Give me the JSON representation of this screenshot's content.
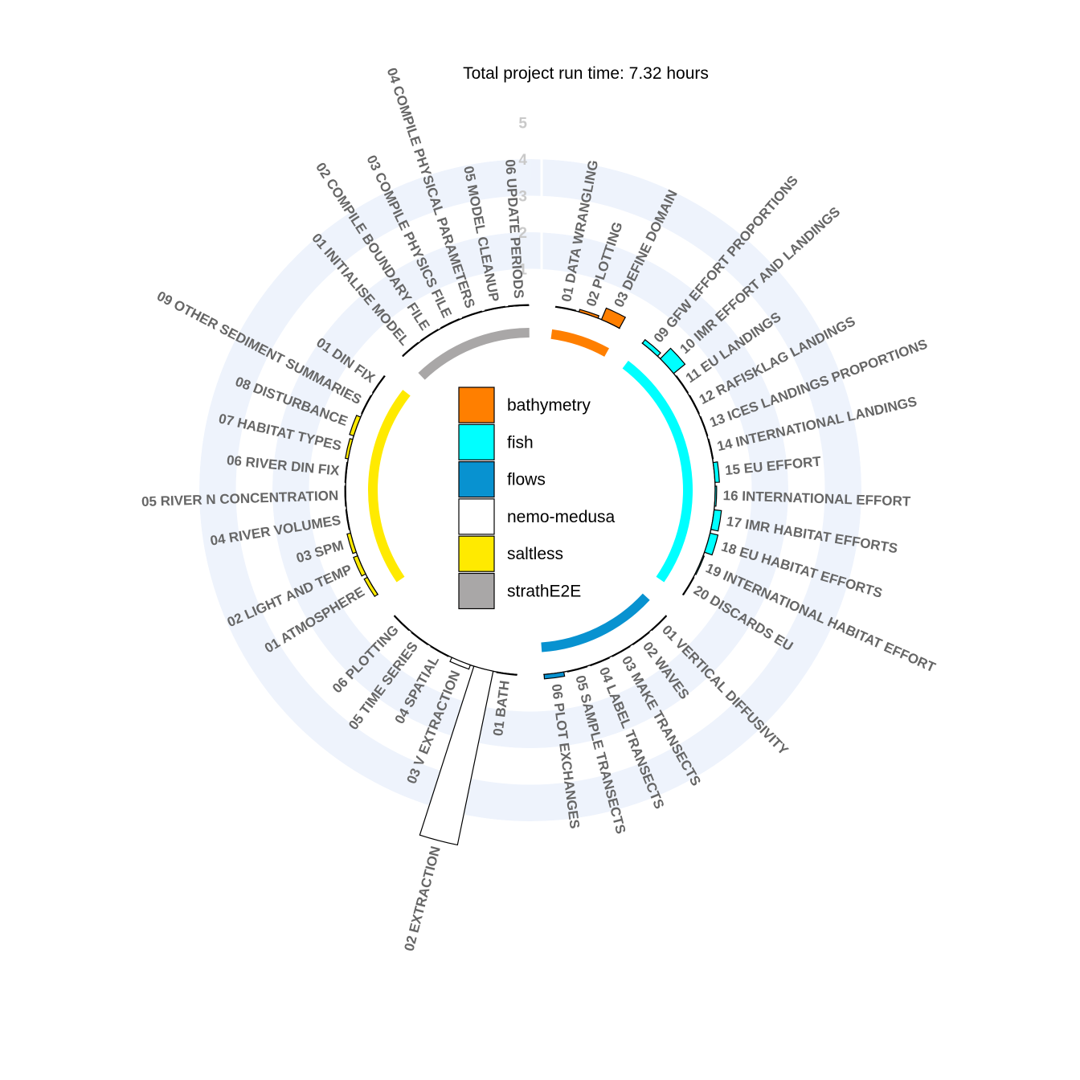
{
  "title": "Total project run time: 7.32 hours",
  "chart_data": {
    "type": "bar",
    "polar": true,
    "title": "Total project run time: 7.32 hours",
    "radial_axis": {
      "ticks": [
        "1",
        "2",
        "3",
        "4",
        "5"
      ],
      "ylim": [
        0,
        5
      ]
    },
    "grid": true,
    "legend_position": "center",
    "legend": [
      {
        "name": "bathymetry",
        "color": "#FF7F00"
      },
      {
        "name": "fish",
        "color": "#00FFFF"
      },
      {
        "name": "flows",
        "color": "#0892D0"
      },
      {
        "name": "nemo-medusa",
        "color": "#FFFFFF"
      },
      {
        "name": "saltless",
        "color": "#FFEA00"
      },
      {
        "name": "strathE2E",
        "color": "#A9A7A7"
      }
    ],
    "series": [
      {
        "name": "bathymetry",
        "color": "#FF7F00",
        "categories": [
          "01 DATA WRANGLING",
          "02 PLOTTING",
          "03 DEFINE DOMAIN"
        ],
        "values": [
          0.02,
          0.07,
          0.34
        ]
      },
      {
        "name": "fish",
        "color": "#00FFFF",
        "categories": [
          "09 GFW EFFORT PROPORTIONS",
          "10 IMR EFFORT AND LANDINGS",
          "11 EU LANDINGS",
          "12 RAFISKLAG LANDINGS",
          "13 ICES LANDINGS PROPORTIONS",
          "14 INTERNATIONAL LANDINGS",
          "15 EU EFFORT",
          "16 INTERNATIONAL EFFORT",
          "17 IMR HABITAT EFFORTS",
          "18 EU HABITAT EFFORTS",
          "19 INTERNATIONAL HABITAT EFFORT",
          "20 DISCARDS EU"
        ],
        "values": [
          0.12,
          0.4,
          0.02,
          0.02,
          0.02,
          0.02,
          0.12,
          0.04,
          0.2,
          0.22,
          0.03,
          0.02
        ]
      },
      {
        "name": "flows",
        "color": "#0892D0",
        "categories": [
          "01 VERTICAL DIFFUSIVITY",
          "02 WAVES",
          "03 MAKE TRANSECTS",
          "04 LABEL TRANSECTS",
          "05 SAMPLE TRANSECTS",
          "06 PLOT EXCHANGES"
        ],
        "values": [
          0.02,
          0.02,
          0.02,
          0.02,
          0.02,
          0.12
        ]
      },
      {
        "name": "nemo-medusa",
        "color": "#FFFFFF",
        "categories": [
          "01 BATH",
          "02 EXTRACTION",
          "03 V EXTRACTION",
          "04 SPATIAL",
          "05 TIME SERIES",
          "06 PLOTTING"
        ],
        "values": [
          0.02,
          4.85,
          0.12,
          0.02,
          0.02,
          0.02
        ]
      },
      {
        "name": "saltless",
        "color": "#FFEA00",
        "categories": [
          "01 ATMOSPHERE",
          "02 LIGHT AND TEMP",
          "03 SPM",
          "04 RIVER VOLUMES",
          "05 RIVER N CONCENTRATION",
          "06 RIVER DIN FIX",
          "07 HABITAT TYPES",
          "08 DISTURBANCE",
          "09 OTHER SEDIMENT SUMMARIES",
          "01 DIN FIX"
        ],
        "values": [
          0.1,
          0.12,
          0.1,
          0.02,
          0.02,
          0.02,
          0.08,
          0.12,
          0.02,
          0.02
        ]
      },
      {
        "name": "strathE2E",
        "color": "#A9A7A7",
        "categories": [
          "01 INITIALISE MODEL",
          "02 COMPILE BOUNDARY FILE",
          "03 COMPILE PHYSICS FILE",
          "04 COMPILE PHYSICAL PARAMETERS",
          "05 MODEL CLEANUP",
          "06 UPDATE PERIODS"
        ],
        "values": [
          0.02,
          0.02,
          0.02,
          0.02,
          0.02,
          0.02
        ]
      }
    ]
  }
}
